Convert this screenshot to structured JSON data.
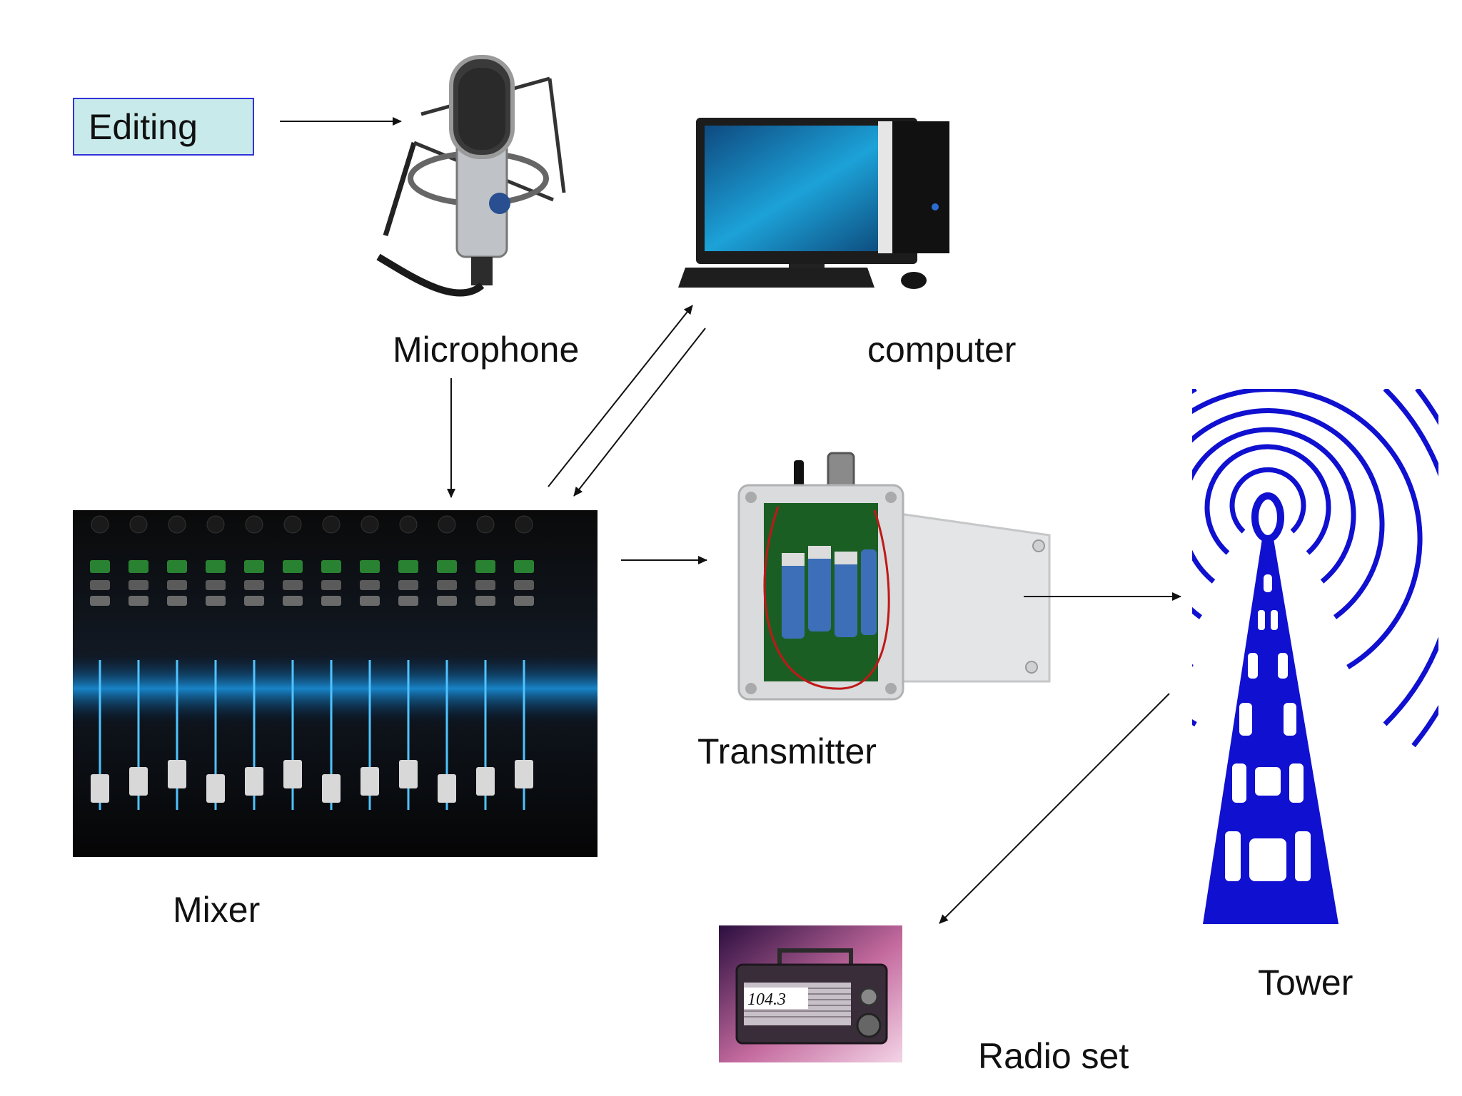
{
  "nodes": {
    "editing": "Editing",
    "microphone": "Microphone",
    "computer": "computer",
    "mixer": "Mixer",
    "transmitter": "Transmitter",
    "tower": "Tower",
    "radio": "Radio set"
  },
  "radio_display": "104.3",
  "colors": {
    "editing_fill": "#c8eaea",
    "editing_border": "#3232d8",
    "tower_blue": "#1010d0",
    "arrow": "#111111"
  }
}
